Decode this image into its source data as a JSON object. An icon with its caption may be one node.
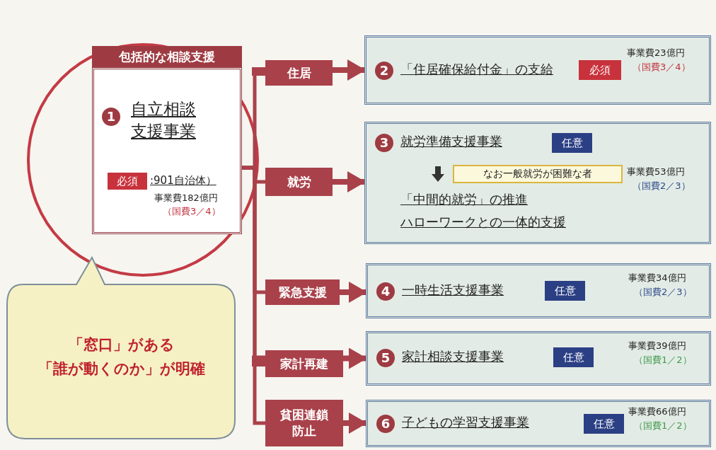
{
  "diagram": {
    "nodes": [
      {
        "text": [
          "包括的な相談支援",
          "1",
          "自立相談支援事業",
          ":901自治体）",
          "事業費182億円",
          "（国費3／4）"
        ]
      },
      {
        "text": [
          "必須"
        ],
        "in": 0
      },
      {
        "text": [
          "住居"
        ]
      },
      {
        "text": [
          "2",
          "「住居確保給付金」の支給",
          "事業費23億円",
          "（国費3／4）"
        ]
      },
      {
        "text": [
          "必須"
        ],
        "in": 3
      },
      {
        "text": [
          "就労"
        ]
      },
      {
        "text": [
          "3",
          "就労準備支援事業",
          "「中間的就労」の推進",
          "ハローワークとの一体的支援",
          "事業費53億円",
          "（国費2／3）"
        ]
      },
      {
        "text": [
          "任意"
        ],
        "in": 6
      },
      {
        "text": [
          "なお一般就労が困難な者"
        ],
        "in": 6
      },
      {
        "text": [
          "緊急支援"
        ]
      },
      {
        "text": [
          "4",
          "一時生活支援事業",
          "事業費34億円",
          "（国費2／3）"
        ]
      },
      {
        "text": [
          "任意"
        ],
        "in": 10
      },
      {
        "text": [
          "家計再建"
        ]
      },
      {
        "text": [
          "5",
          "家計相談支援事業",
          "事業費39億円",
          "（国費1／2）"
        ]
      },
      {
        "text": [
          "任意"
        ],
        "in": 13
      },
      {
        "text": [
          "貧困連鎖防止"
        ]
      },
      {
        "text": [
          "6",
          "子どもの学習支援事業",
          "事業費66億円",
          "（国費1／2）"
        ]
      },
      {
        "text": [
          "任意"
        ],
        "in": 16
      },
      {
        "text": [
          "「窓口」がある",
          "「誰が動くのか」が明確"
        ]
      }
    ],
    "edges": [
      {
        "from": 0,
        "to": 2,
        "arrow": "none"
      },
      {
        "from": 2,
        "to": 3,
        "arrow": "to"
      },
      {
        "from": 0,
        "to": 5,
        "arrow": "none"
      },
      {
        "from": 5,
        "to": 6,
        "arrow": "to"
      },
      {
        "from": 0,
        "to": 9,
        "arrow": "none"
      },
      {
        "from": 9,
        "to": 10,
        "arrow": "to"
      },
      {
        "from": 0,
        "to": 12,
        "arrow": "none"
      },
      {
        "from": 12,
        "to": 13,
        "arrow": "to"
      },
      {
        "from": 0,
        "to": 15,
        "arrow": "none"
      },
      {
        "from": 15,
        "to": 16,
        "arrow": "to"
      }
    ]
  }
}
